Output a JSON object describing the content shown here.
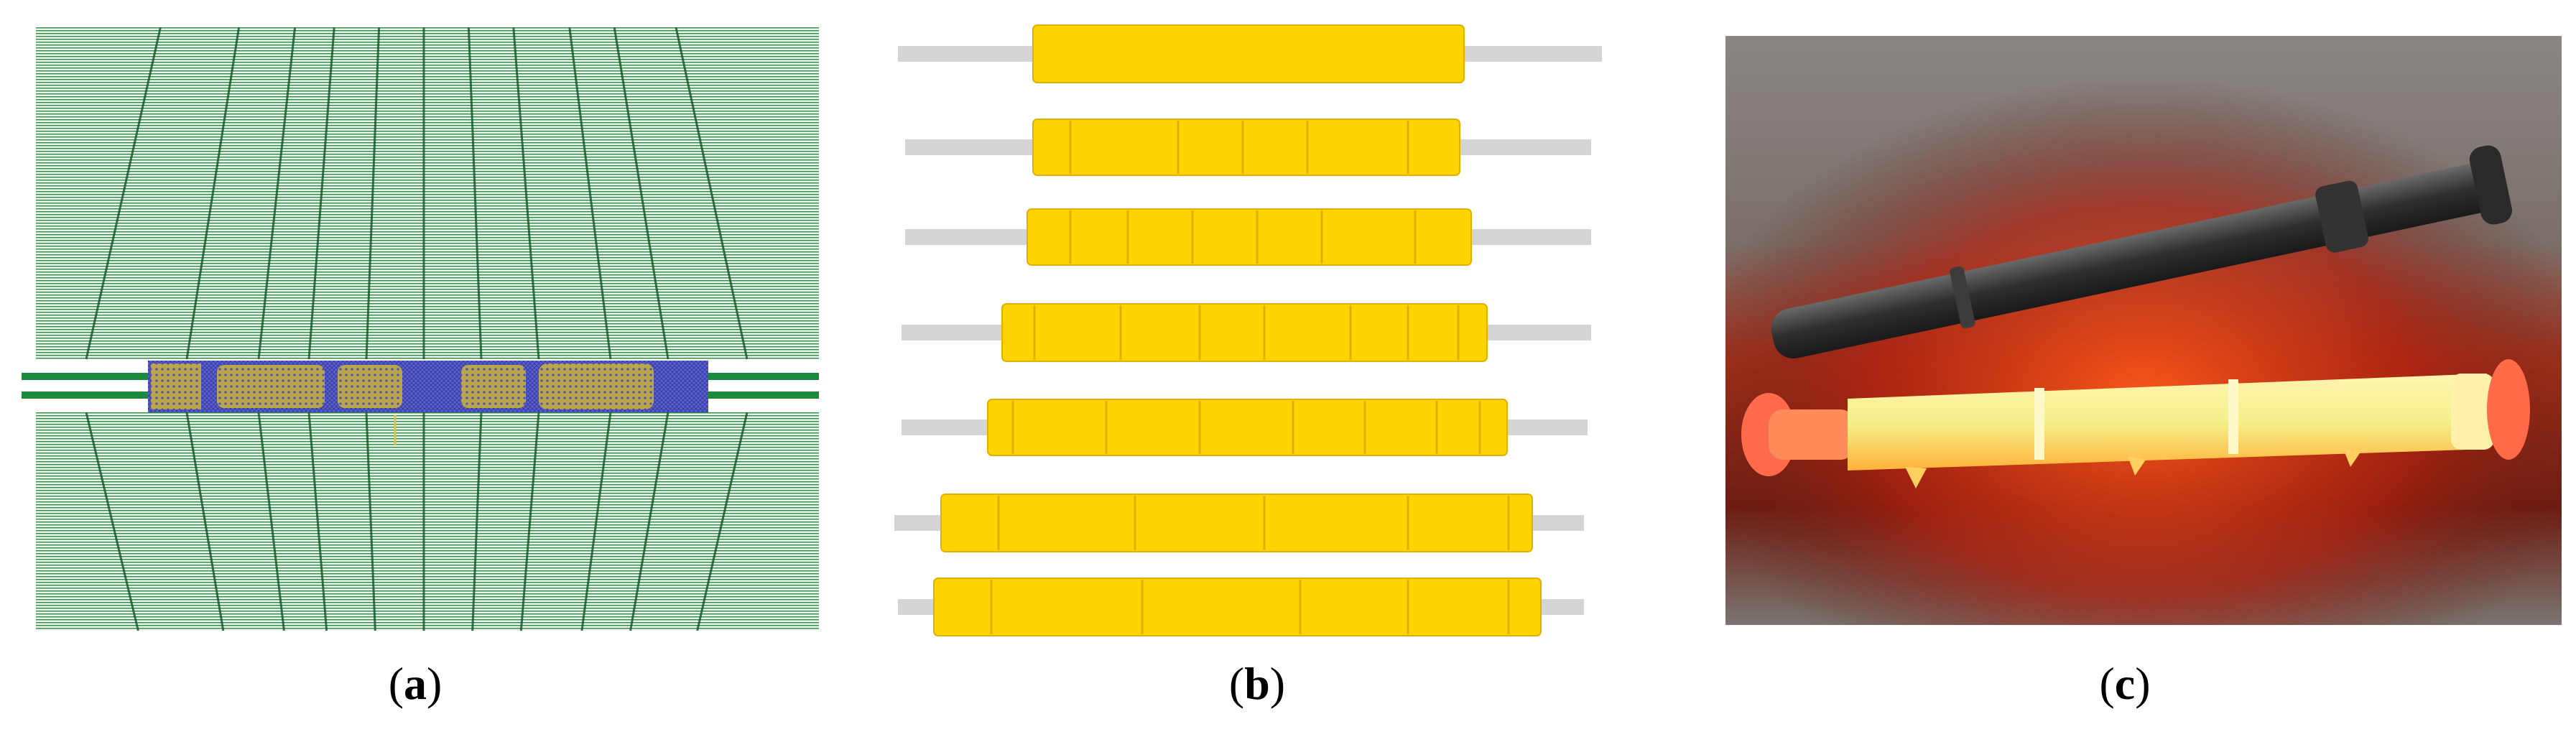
{
  "panels": [
    {
      "id": "a",
      "caption_open": "(",
      "caption_letter": "a",
      "caption_close": ")",
      "content": "finite-element-mesh"
    },
    {
      "id": "b",
      "caption_open": "(",
      "caption_letter": "b",
      "caption_close": ")",
      "content": "shaft-forming-stages",
      "stage_count": 7
    },
    {
      "id": "c",
      "caption_open": "(",
      "caption_letter": "c",
      "caption_close": ")",
      "content": "forged-shaft-photo"
    }
  ],
  "colors": {
    "mesh_green": "#1f7a3a",
    "mesh_blue": "#4a4fc4",
    "mesh_yellow": "#c9b44a",
    "shaft_yellow": "#ffd400",
    "shaft_edge": "#e0b000",
    "bar_grey": "#d4d4d4",
    "hot_glow": "#ffe27a",
    "dark_shaft": "#3a3a3a"
  }
}
